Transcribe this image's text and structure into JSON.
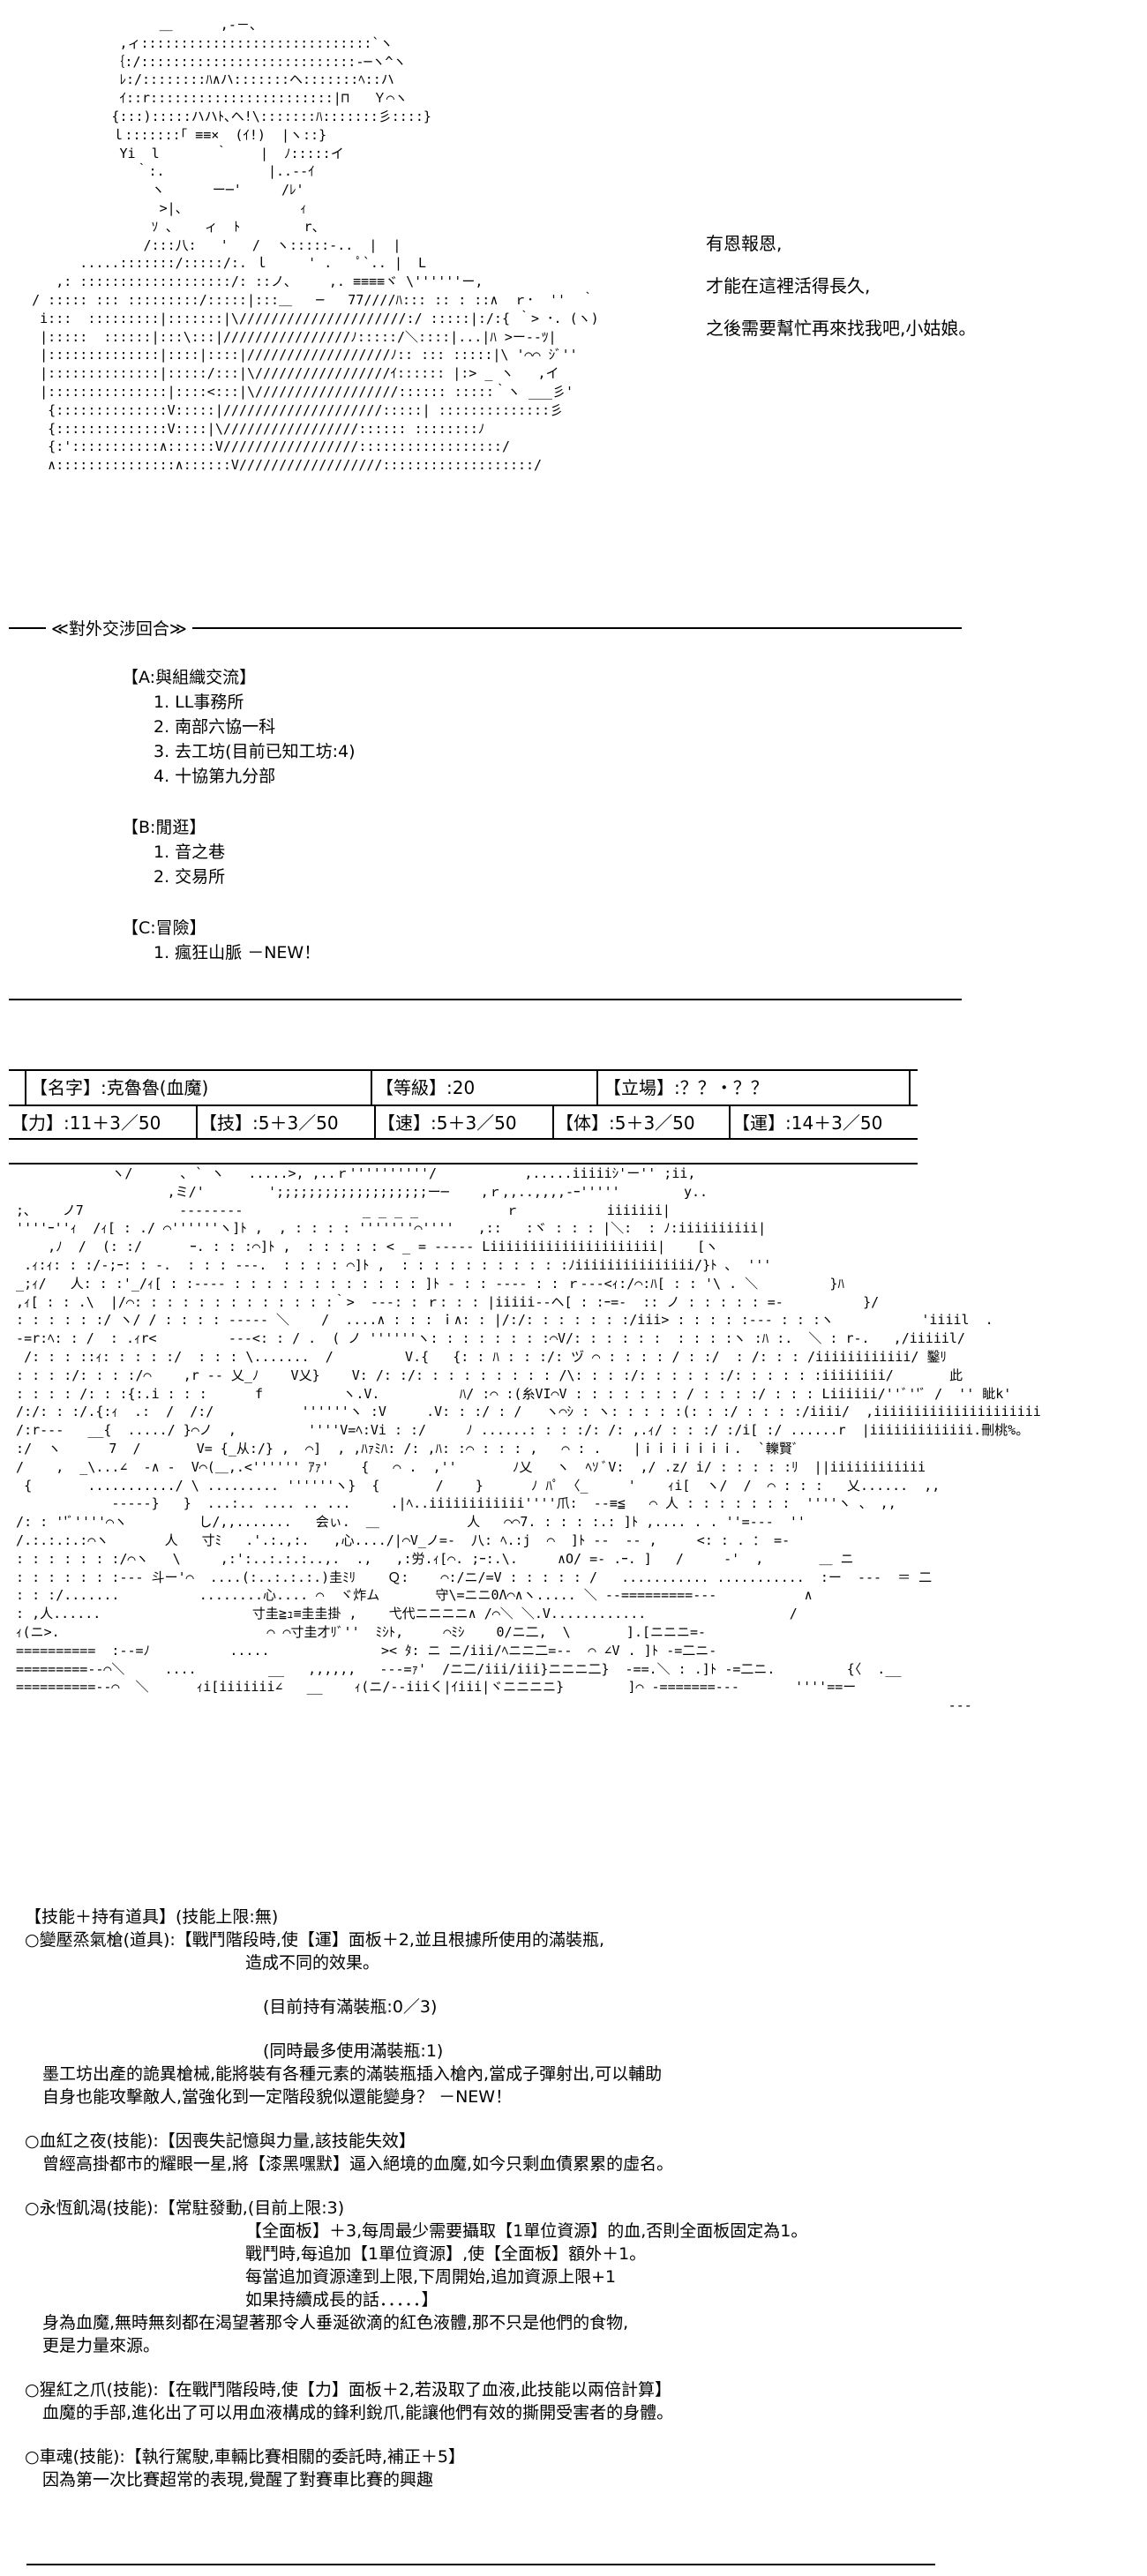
{
  "ascii_art_top": [
    "                    ＿      ,-－、",
    "               ,ィ:::::::::::::::::::::::::::::`ヽ",
    "              ｛:/:::::::::::::::::::::::::::-─ヽ^ヽ",
    "               ﾚ:/::::::::ﾊ∧ハ:::::::ヘ:::::::ﾍ::ハ",
    "               ｲ::r:::::::::::::::::::::::|⊓   Ｙ⌒ヽ",
    "              {:::):::::ハハﾄ､ヘ!\\:::::::ﾊ:::::::彡::::}",
    "              ｌ:::::::｢ ≡≡×  (ｲ!)  |ヽ::}",
    "               Yi  l       ｀    |  ﾉ:::::イ",
    "                 ｀:.             |..--ｲ",
    "                   ヽ      ー─'     /ﾚ'",
    "                    >|、              ｨ",
    "                   ｿ ､    ィ  ﾄ        r、",
    "                  /:::八:   '   /  ヽ:::::-..  |  |",
    "          .....:::::::/:::::/:. ｌ     ' .   ﾟ`.. |  L",
    "       ,: :::::::::::::::::::/: ::ノ、    ,. ≡≡≡≡ヾ \\''''''ー,",
    "    / ::::: ::: :::::::::/:::::|:::＿   ─   77////ﾊ::: :: : ::∧  ｒ･  ''  ｀",
    "     i:::  :::::::::|:::::::|\\/////////////////////:/ :::::|:/:{ ｀> ･. (ヽ)",
    "     |:::::  ::::::|:::\\:::|////////////////ﾉ:::::/＼::::|...|ﾊ >ー--ﾂ|",
    "     |::::::::::::::|::::|::::|//////////////////ﾉ:: ::: :::::|\\ '⌒⌒ ｼﾞ''",
    "     |::::::::::::::|:::::/:::|\\/////////////////ｲ:::::: |:> _ ヽ   ,イ",
    "     |:::::::::::::::|::::<:::|\\//////////////////:::::: :::::｀ヽ ___彡'",
    "      {::::::::::::::V:::::|////////////////////:::::| ::::::::::::::彡",
    "      {::::::::::::::V::::|\\/////////////////:::::: ::::::::ﾉ",
    "      {:':::::::::::∧::::::V/////////////////::::::::::::::::::/",
    "      ∧:::::::::::::::∧::::::V//////////////////:::::::::::::::::::/"
  ],
  "dialogue": [
    "有恩報恩,",
    "才能在這裡活得長久,",
    "之後需要幫忙再來找我吧,小姑娘。"
  ],
  "section_title": "≪對外交涉回合≫",
  "menu": {
    "a_head": "【A:與組織交流】",
    "a_items": [
      "1. LL事務所",
      "2. 南部六協一科",
      "3. 去工坊(目前已知工坊:4)",
      "4. 十協第九分部"
    ],
    "b_head": "【B:閒逛】",
    "b_items": [
      "1. 音之巷",
      "2. 交易所"
    ],
    "c_head": "【C:冒險】",
    "c_items": [
      "1. 瘋狂山脈  －NEW！"
    ]
  },
  "status": {
    "name": "【名字】:克魯魯(血魔)",
    "level": "【等級】:20",
    "stance": "【立場】:？？・？？",
    "power": "【力】:11＋3／50",
    "skill": "【技】:5＋3／50",
    "speed": "【速】:5＋3／50",
    "body": "【体】:5＋3／50",
    "luck": "【運】:14＋3／50"
  },
  "ascii_art_character": [
    "              ヽ/      ､ ` ヽ   .....>, ,..ｒ''''''''''/           ,.....iiiiiｼ'ー'' ;ii,",
    "                     ,ミ/'        ';;;;;;;;;;;;;;;;;;;ー─    ,ｒ,,..,,,,-ｰ'''''        y..",
    "  ;､    ノ7            --------               _ _ _ _           ｒ           iiiiiii|",
    "  ''''ｰ''ｨ  /ｨ[ : ./ ⌒''''''ヽ]ﾄ ,  , : : : : '''''''⌒''''   ,::   :ヾ : : : |＼:  : ﾉ:iiiiiiiiii|",
    "      ,ﾉ  /  (: :/      ｰ. : : :⌒]ﾄ ,  : : : : : < _ = ----- Liiiiiiiiiiiiiiiiiiiii|    [ヽ",
    "   .ｨ:ｨ: : :/-;ｰ: : -.  : : : ---.  : : : : ⌒]ﾄ ,  : : : : : : : : : : :ﾉiiiiiiiiiiiiiii/}ﾄ ､  '''",
    "  _;ｨ/   人: : :'_/ｨ[ : :---- : : : : : : : : : : : : ]ﾄ - : : ---- : : ｒ---<ｨ:/⌒:ﾊ[ : : '\\ . ＼         }ﾊ",
    "  ,ｨ[ : : .\\  |/⌒: : : : : : : : : : : : :｀>  ---: : ｒ: : : |iiiii--ヘ[ : :ｰ=-  :: ノ : : : : : =-          }/",
    "  : : : : : :/ ヽ/ / : : : : ----- ＼    /  ....∧ : : : ｉ∧: : |/:/: : : : : : :/iii> : : : : :--- : : :ヽ           'iiiil  .",
    "  -=r:ﾍ: : /  : .ｨr<         ---<: : / .  ( ノ ''''''ヽ: : : : : : : :⌒V/: : : : : :  : : : :ヽ :ﾊ :.  ＼ : r-.   ,/iiiiil/",
    "   /: : : ::ｨ: : : : :/  : : : \\.......  /         V.{   {: : ﾊ : : :/: ヅ ⌒ : : : : / : :/  : /: : : /iiiiiiiiiiii/ 鑿ﾘ",
    "  : : : :/: : : :/⌒    ,r -- 乂_ﾉ    V乂}    V: /: :/: : : : : : : : : /\\: : : :/: : : : : :/: : : : : :iiiiiiii/       此",
    "  : : : : /: : :{:.i : : :      f          ヽ.V.          ﾊ/ :⌒ :(糸VI⌒V : : : : : : : / : : : :/ : : : Liiiiii/''ﾞ''ﾞ /  '' 眦k'",
    "  /:/: : :/.{:ｨ  .:  /  /:/           ''''''ヽ :V     .V: : :/ : /   ヽ⌒ｼ : ヽ: : : : :(: : :/ : : : :/iiii/  ,iiiiiiiiiiiiiiiiiiiii ",
    "  /:r---   __{  ...../ }⌒ノ  ,         ''''V=ﾍ:Vi : :/     ﾉ ......: : : :/: /: ,.ｨ/ : : :/ :/i[ :/ ......r  |iiiiiiiiiiiii.刪桃%。",
    "  :/  ヽ      7  /       V= {_从:/} ,  ⌒]  , ,ﾊｧﾐﾊ: /: ,ﾊ: :⌒ : : : ,   ⌒ : .    |ｉｉｉｉｉｉｉ.  `轢賢ﾞ",
    "  /    ,  _\\...∠  -∧ -  V⌒(＿,.<'''''' ｱｧ'    {   ⌒ .  ,''       ﾉ乂   ヽ  ﾍｿ ﾞV:  ,/ .z/ i/ : : : : :ﾘ  ||iiiiiiiiiiii               ",
    "   {       .........../ \\ ......... ''''''ヽ}  {       /    }      ﾉ ﾊﾟ 〈_     '    ｨi[  ヽ/  /  ⌒ : : :   乂......  ,,",
    "              -----}   }  ...:.. .... .. ...     .|ﾍ..iiiiiiiiiiii''''爪:  --≡≦   ⌒ 人 : : : : : : :  ''''ヽ 、 ,,",
    "  /: : ''ﾞ''''⌒ヽ         し/,,.......   会ぃ.  ＿           人   ⌒⌒7. : : : :.: ]ﾄ ,.... . . ''=---  ''",
    "  /.:.:.:.:⌒ヽ       人   寸ﾐ   .'.:.,:.   ,心..../|⌒V_ノ=-  八: ﾍ.:j  ⌒  ]ﾄ --  -- ,     <: : . ： =-",
    "  : : : : : : :/⌒ヽ   \\     ,:':..:.:.:..,.  .,   ,:労.ｨ[⌒. ;ｰ:.\\.     ∧O/ =- .ｰ. ]   /     -'  ,       ＿ ニ",
    "  : : : : : : :--- 斗ー'⌒  ....(:..:.:.:.)圭ﾐﾘ    Ｑ:    ⌒:/ニ/=V : : : : : /   ........... ...........  :ー  ---  ＝ 二",
    "  : : :/.......          ........心.... ⌒  ヾ炸ム       守\\=ニニ0Λ⌒∧ヽ..... ＼ --=========---           ∧",
    "  : ,人......                   寸圭≧ｭ≡圭圭掛 ,    弋代ニニニニ∧ /⌒＼ ＼.V............                  /",
    "  ｨ(ニ>.                          ⌒ ⌒寸圭才ﾘﾞ''  ﾐｼﾄ,     ⌒ﾐｼ    0/ニ二,  \\       ].[ニニニ=-",
    "  ==========  :--=ﾉ          .....              >< ﾀ: ニ ニ/iii/ﾍニニ二=--  ⌒ ∠V . ]ﾄ -=二ニ-",
    "  =========--⌒＼     ....         __   ,,,,,,   ---=ｧ'  /ニ二/iii/iii}ニニニ二}  -==.＼ : .]ﾄ -=二ニ.         {〈  .__",
    "  ==========--⌒  ＼      ｨi[iiiiiii∠   __    ｨ(ニ/--iiiく|ｲiii|ヾニニニニ}        ]⌒ -=======---       ''''==ー",
    "                                                                                                                       ---"
  ],
  "skills": {
    "header": "【技能＋持有道具】(技能上限:無)",
    "s1_line1": "○變壓烝氣槍(道具):【戰鬥階段時,使【運】面板＋2,並且根據所使用的滿裝瓶,",
    "s1_line2": "造成不同的效果。",
    "s1_line3": "(目前持有滿裝瓶:0／3)",
    "s1_line4": "(同時最多使用滿裝瓶:1)",
    "s1_desc1": "墨工坊出產的詭異槍械,能將裝有各種元素的滿裝瓶插入槍內,當成子彈射出,可以輔助",
    "s1_desc2": "自身也能攻擊敵人,當強化到一定階段貌似還能變身？ －NEW！",
    "s2_line1": "○血紅之夜(技能):【因喪失記憶與力量,該技能失效】",
    "s2_desc": "曾經高掛都市的耀眼一星,將【漆黑嘿默】逼入絕境的血魔,如今只剩血債累累的虛名。",
    "s3_line1": "○永恆飢渴(技能):【常駐發動,(目前上限:3)",
    "s3_line2": "【全面板】＋3,每周最少需要攝取【1單位資源】的血,否則全面板固定為1。",
    "s3_line3": "戰鬥時,每追加【1單位資源】,使【全面板】額外＋1。",
    "s3_line4": "每當追加資源達到上限,下周開始,追加資源上限+1",
    "s3_line5": "如果持續成長的話．．．．．】",
    "s3_desc1": "身為血魔,無時無刻都在渴望著那令人垂涎欲滴的紅色液體,那不只是他們的食物,",
    "s3_desc2": "更是力量來源。",
    "s4_line1": "○猩紅之爪(技能):【在戰鬥階段時,使【力】面板＋2,若汲取了血液,此技能以兩倍計算】",
    "s4_desc": "血魔的手部,進化出了可以用血液構成的鋒利銳爪,能讓他們有效的撕開受害者的身體。",
    "s5_line1": "○車魂(技能):【執行駕駛,車輛比賽相關的委託時,補正＋5】",
    "s5_desc": "因為第一次比賽超常的表現,覺醒了對賽車比賽的興趣"
  }
}
